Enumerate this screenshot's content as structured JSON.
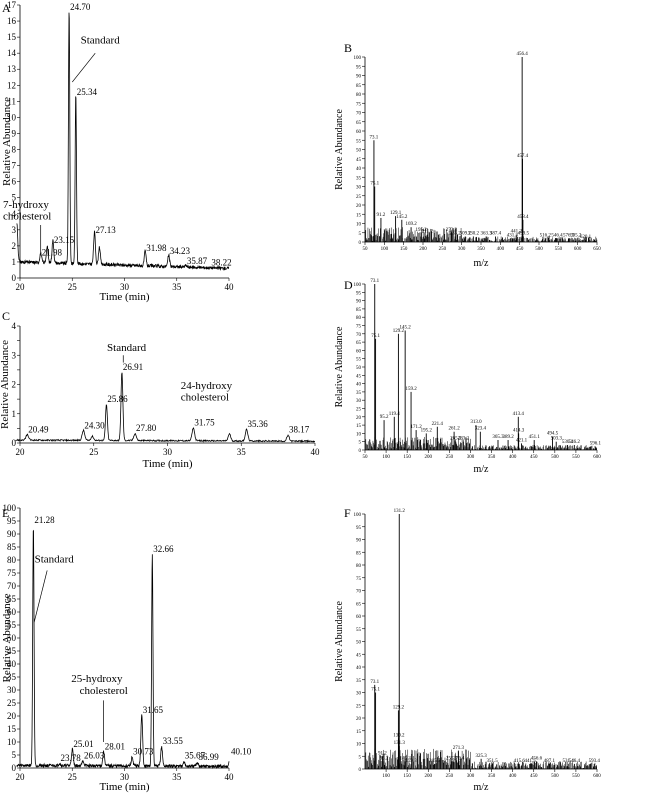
{
  "chart_data": [
    {
      "id": "A",
      "type": "line",
      "panel_letter": "A",
      "xlabel": "Time (min)",
      "ylabel": "Relative Abundance",
      "xlim": [
        20,
        40
      ],
      "ylim": [
        0,
        17
      ],
      "xticks": [
        20,
        25,
        30,
        35,
        40
      ],
      "yticks": [
        0,
        1,
        2,
        3,
        4,
        5,
        6,
        7,
        8,
        9,
        10,
        11,
        12,
        13,
        14,
        15,
        16,
        17
      ],
      "baseline": 1.0,
      "peaks": [
        {
          "x": 19.7,
          "y": 3.0,
          "label": ""
        },
        {
          "x": 21.98,
          "y": 1.2,
          "label": "21.98"
        },
        {
          "x": 22.6,
          "y": 1.6,
          "label": ""
        },
        {
          "x": 23.15,
          "y": 2.0,
          "label": "23.15"
        },
        {
          "x": 24.7,
          "y": 16.5,
          "label": "24.70"
        },
        {
          "x": 25.34,
          "y": 11.2,
          "label": "25.34"
        },
        {
          "x": 27.13,
          "y": 2.6,
          "label": "27.13"
        },
        {
          "x": 27.6,
          "y": 1.7,
          "label": ""
        },
        {
          "x": 31.98,
          "y": 1.5,
          "label": "31.98"
        },
        {
          "x": 34.23,
          "y": 1.3,
          "label": "34.23"
        },
        {
          "x": 35.87,
          "y": 0.7,
          "label": "35.87"
        },
        {
          "x": 38.22,
          "y": 0.6,
          "label": "38.22"
        }
      ],
      "annotations": [
        "Standard",
        "7-hydroxy",
        "cholesterol"
      ]
    },
    {
      "id": "B",
      "type": "bar",
      "panel_letter": "B",
      "xlabel": "m/z",
      "ylabel": "Relative Abundance",
      "xlim": [
        50,
        650
      ],
      "ylim": [
        0,
        100
      ],
      "xticks": [
        50,
        100,
        150,
        200,
        250,
        300,
        350,
        400,
        450,
        500,
        550,
        600,
        650
      ],
      "yticks": [
        0,
        5,
        10,
        15,
        20,
        25,
        30,
        35,
        40,
        45,
        50,
        55,
        60,
        65,
        70,
        75,
        80,
        85,
        90,
        95,
        100
      ],
      "peaks": [
        {
          "x": 73.1,
          "y": 55,
          "label": "73.1"
        },
        {
          "x": 75.1,
          "y": 30,
          "label": "75.1"
        },
        {
          "x": 91.2,
          "y": 13,
          "label": "91.2"
        },
        {
          "x": 129.1,
          "y": 14,
          "label": "129.1"
        },
        {
          "x": 145.2,
          "y": 12,
          "label": "145.2"
        },
        {
          "x": 169.2,
          "y": 8,
          "label": "169.2"
        },
        {
          "x": 195.2,
          "y": 5,
          "label": "195.2"
        },
        {
          "x": 211.2,
          "y": 4,
          "label": "211.2"
        },
        {
          "x": 273.3,
          "y": 5,
          "label": "273.3"
        },
        {
          "x": 283.2,
          "y": 3,
          "label": "283.2"
        },
        {
          "x": 309.2,
          "y": 3,
          "label": "309.2"
        },
        {
          "x": 330.2,
          "y": 3,
          "label": "330.2"
        },
        {
          "x": 363.3,
          "y": 3,
          "label": "363.3"
        },
        {
          "x": 387.4,
          "y": 3,
          "label": "387.4"
        },
        {
          "x": 431.3,
          "y": 2,
          "label": "431.3"
        },
        {
          "x": 441.2,
          "y": 4,
          "label": "441.2"
        },
        {
          "x": 456.4,
          "y": 100,
          "label": "456.4"
        },
        {
          "x": 457.4,
          "y": 45,
          "label": "457.4"
        },
        {
          "x": 458.4,
          "y": 12,
          "label": "458.4"
        },
        {
          "x": 459.5,
          "y": 3,
          "label": "459.5"
        },
        {
          "x": 516.2,
          "y": 2,
          "label": "516.2"
        },
        {
          "x": 546.4,
          "y": 2,
          "label": "546.4"
        },
        {
          "x": 576.5,
          "y": 2,
          "label": "576.5"
        },
        {
          "x": 595.2,
          "y": 2,
          "label": "595.2"
        },
        {
          "x": 620.1,
          "y": 1,
          "label": "620.1"
        }
      ]
    },
    {
      "id": "C",
      "type": "line",
      "panel_letter": "C",
      "xlabel": "Time (min)",
      "ylabel": "Relative Abundance",
      "xlim": [
        20,
        40
      ],
      "ylim": [
        0,
        4
      ],
      "xticks": [
        20,
        25,
        30,
        35,
        40
      ],
      "yticks": [
        0,
        0.5,
        1,
        1.5,
        2,
        2.5,
        3,
        3.5,
        4
      ],
      "ytick_labels": [
        "0",
        "",
        "1",
        "",
        "2",
        "",
        "3",
        "",
        "4"
      ],
      "baseline": 0.1,
      "peaks": [
        {
          "x": 20.49,
          "y": 0.25,
          "label": "20.49"
        },
        {
          "x": 24.3,
          "y": 0.4,
          "label": "24.30"
        },
        {
          "x": 24.9,
          "y": 0.2,
          "label": ""
        },
        {
          "x": 25.86,
          "y": 1.3,
          "label": "25.86"
        },
        {
          "x": 26.91,
          "y": 2.4,
          "label": "26.91"
        },
        {
          "x": 27.8,
          "y": 0.3,
          "label": "27.80"
        },
        {
          "x": 31.75,
          "y": 0.5,
          "label": "31.75"
        },
        {
          "x": 34.2,
          "y": 0.3,
          "label": ""
        },
        {
          "x": 35.36,
          "y": 0.45,
          "label": "35.36"
        },
        {
          "x": 38.17,
          "y": 0.25,
          "label": "38.17"
        }
      ],
      "annotations": [
        "Standard",
        "24-hydroxy",
        "cholesterol"
      ]
    },
    {
      "id": "D",
      "type": "bar",
      "panel_letter": "D",
      "xlabel": "m/z",
      "ylabel": "Relative Abundance",
      "xlim": [
        50,
        600
      ],
      "ylim": [
        0,
        100
      ],
      "xticks": [
        50,
        100,
        150,
        200,
        250,
        300,
        350,
        400,
        450,
        500,
        550,
        600
      ],
      "yticks": [
        0,
        5,
        10,
        15,
        20,
        25,
        30,
        35,
        40,
        45,
        50,
        55,
        60,
        65,
        70,
        75,
        80,
        85,
        90,
        95,
        100
      ],
      "peaks": [
        {
          "x": 73.1,
          "y": 100,
          "label": "73.1"
        },
        {
          "x": 75.1,
          "y": 67,
          "label": "75.1"
        },
        {
          "x": 95.2,
          "y": 18,
          "label": "95.2"
        },
        {
          "x": 119.4,
          "y": 20,
          "label": "119.4"
        },
        {
          "x": 129.2,
          "y": 70,
          "label": "129.2"
        },
        {
          "x": 145.2,
          "y": 72,
          "label": "145.2"
        },
        {
          "x": 159.2,
          "y": 35,
          "label": "159.2"
        },
        {
          "x": 171.2,
          "y": 12,
          "label": "171.2"
        },
        {
          "x": 195.2,
          "y": 10,
          "label": "195.2"
        },
        {
          "x": 221.4,
          "y": 14,
          "label": "221.4"
        },
        {
          "x": 261.2,
          "y": 11,
          "label": "261.2"
        },
        {
          "x": 265.2,
          "y": 5,
          "label": "265.2"
        },
        {
          "x": 283.2,
          "y": 5,
          "label": "283.2"
        },
        {
          "x": 313.0,
          "y": 15,
          "label": "313.0"
        },
        {
          "x": 323.4,
          "y": 11,
          "label": "323.4"
        },
        {
          "x": 365.3,
          "y": 6,
          "label": "365.3"
        },
        {
          "x": 389.2,
          "y": 6,
          "label": "389.2"
        },
        {
          "x": 413.4,
          "y": 20,
          "label": "413.4"
        },
        {
          "x": 414.3,
          "y": 10,
          "label": "414.3"
        },
        {
          "x": 421.1,
          "y": 4,
          "label": "421.1"
        },
        {
          "x": 451.1,
          "y": 6,
          "label": "451.1"
        },
        {
          "x": 494.5,
          "y": 8,
          "label": "494.5"
        },
        {
          "x": 503.3,
          "y": 5,
          "label": "503.3"
        },
        {
          "x": 530.1,
          "y": 3,
          "label": "530.1"
        },
        {
          "x": 546.2,
          "y": 3,
          "label": "546.2"
        },
        {
          "x": 596.1,
          "y": 2,
          "label": "596.1"
        }
      ]
    },
    {
      "id": "E",
      "type": "line",
      "panel_letter": "E",
      "xlabel": "Time (min)",
      "ylabel": "Relative Abundance",
      "xlim": [
        20,
        40
      ],
      "ylim": [
        0,
        100
      ],
      "xticks": [
        20,
        25,
        30,
        35,
        40
      ],
      "yticks": [
        0,
        5,
        10,
        15,
        20,
        25,
        30,
        35,
        40,
        45,
        50,
        55,
        60,
        65,
        70,
        75,
        80,
        85,
        90,
        95,
        100
      ],
      "baseline": 1.0,
      "peaks": [
        {
          "x": 21.28,
          "y": 93,
          "label": "21.28"
        },
        {
          "x": 23.78,
          "y": 1.5,
          "label": "23.78"
        },
        {
          "x": 25.01,
          "y": 7,
          "label": "25.01"
        },
        {
          "x": 26.03,
          "y": 2.5,
          "label": "26.03"
        },
        {
          "x": 28.01,
          "y": 6,
          "label": "28.01"
        },
        {
          "x": 30.73,
          "y": 4,
          "label": "30.73"
        },
        {
          "x": 31.65,
          "y": 20,
          "label": "31.65"
        },
        {
          "x": 32.66,
          "y": 82,
          "label": "32.66"
        },
        {
          "x": 33.55,
          "y": 8,
          "label": "33.55"
        },
        {
          "x": 35.67,
          "y": 2.5,
          "label": "35.67"
        },
        {
          "x": 36.99,
          "y": 2,
          "label": "36.99"
        },
        {
          "x": 40.1,
          "y": 4,
          "label": "40.10"
        }
      ],
      "annotations": [
        "Standard",
        "25-hydroxy",
        "cholesterol"
      ]
    },
    {
      "id": "F",
      "type": "bar",
      "panel_letter": "F",
      "xlabel": "m/z",
      "ylabel": "Relative Abundance",
      "xlim": [
        50,
        600
      ],
      "ylim": [
        0,
        100
      ],
      "xticks": [
        100,
        150,
        200,
        250,
        300,
        350,
        400,
        450,
        500,
        550,
        600
      ],
      "yticks": [
        0,
        5,
        10,
        15,
        20,
        25,
        30,
        35,
        40,
        45,
        50,
        55,
        60,
        65,
        70,
        75,
        80,
        85,
        90,
        95,
        100
      ],
      "peaks": [
        {
          "x": 73.1,
          "y": 33,
          "label": "73.1"
        },
        {
          "x": 75.1,
          "y": 30,
          "label": "75.1"
        },
        {
          "x": 91.2,
          "y": 5,
          "label": "91.2"
        },
        {
          "x": 95.2,
          "y": 3,
          "label": "95.2"
        },
        {
          "x": 129.2,
          "y": 23,
          "label": "129.2"
        },
        {
          "x": 130.2,
          "y": 12,
          "label": "130.2"
        },
        {
          "x": 131.2,
          "y": 100,
          "label": "131.2"
        },
        {
          "x": 131.3,
          "y": 9,
          "label": "131.3"
        },
        {
          "x": 145.3,
          "y": 3,
          "label": "145.3"
        },
        {
          "x": 159.3,
          "y": 2,
          "label": "159.3"
        },
        {
          "x": 215.3,
          "y": 2,
          "label": "215.3"
        },
        {
          "x": 255.3,
          "y": 3,
          "label": "255.3"
        },
        {
          "x": 271.3,
          "y": 7,
          "label": "271.3"
        },
        {
          "x": 272.4,
          "y": 3,
          "label": "272.4"
        },
        {
          "x": 325.3,
          "y": 4,
          "label": "325.3"
        },
        {
          "x": 351.5,
          "y": 2,
          "label": "351.5"
        },
        {
          "x": 415.6,
          "y": 2,
          "label": "415.6"
        },
        {
          "x": 441.5,
          "y": 2,
          "label": "441.5"
        },
        {
          "x": 456.6,
          "y": 3,
          "label": "456.6"
        },
        {
          "x": 487.1,
          "y": 2,
          "label": "487.1"
        },
        {
          "x": 531.4,
          "y": 2,
          "label": "531.4"
        },
        {
          "x": 546.4,
          "y": 2,
          "label": "546.4"
        },
        {
          "x": 593.4,
          "y": 2,
          "label": "593.4"
        }
      ]
    }
  ]
}
